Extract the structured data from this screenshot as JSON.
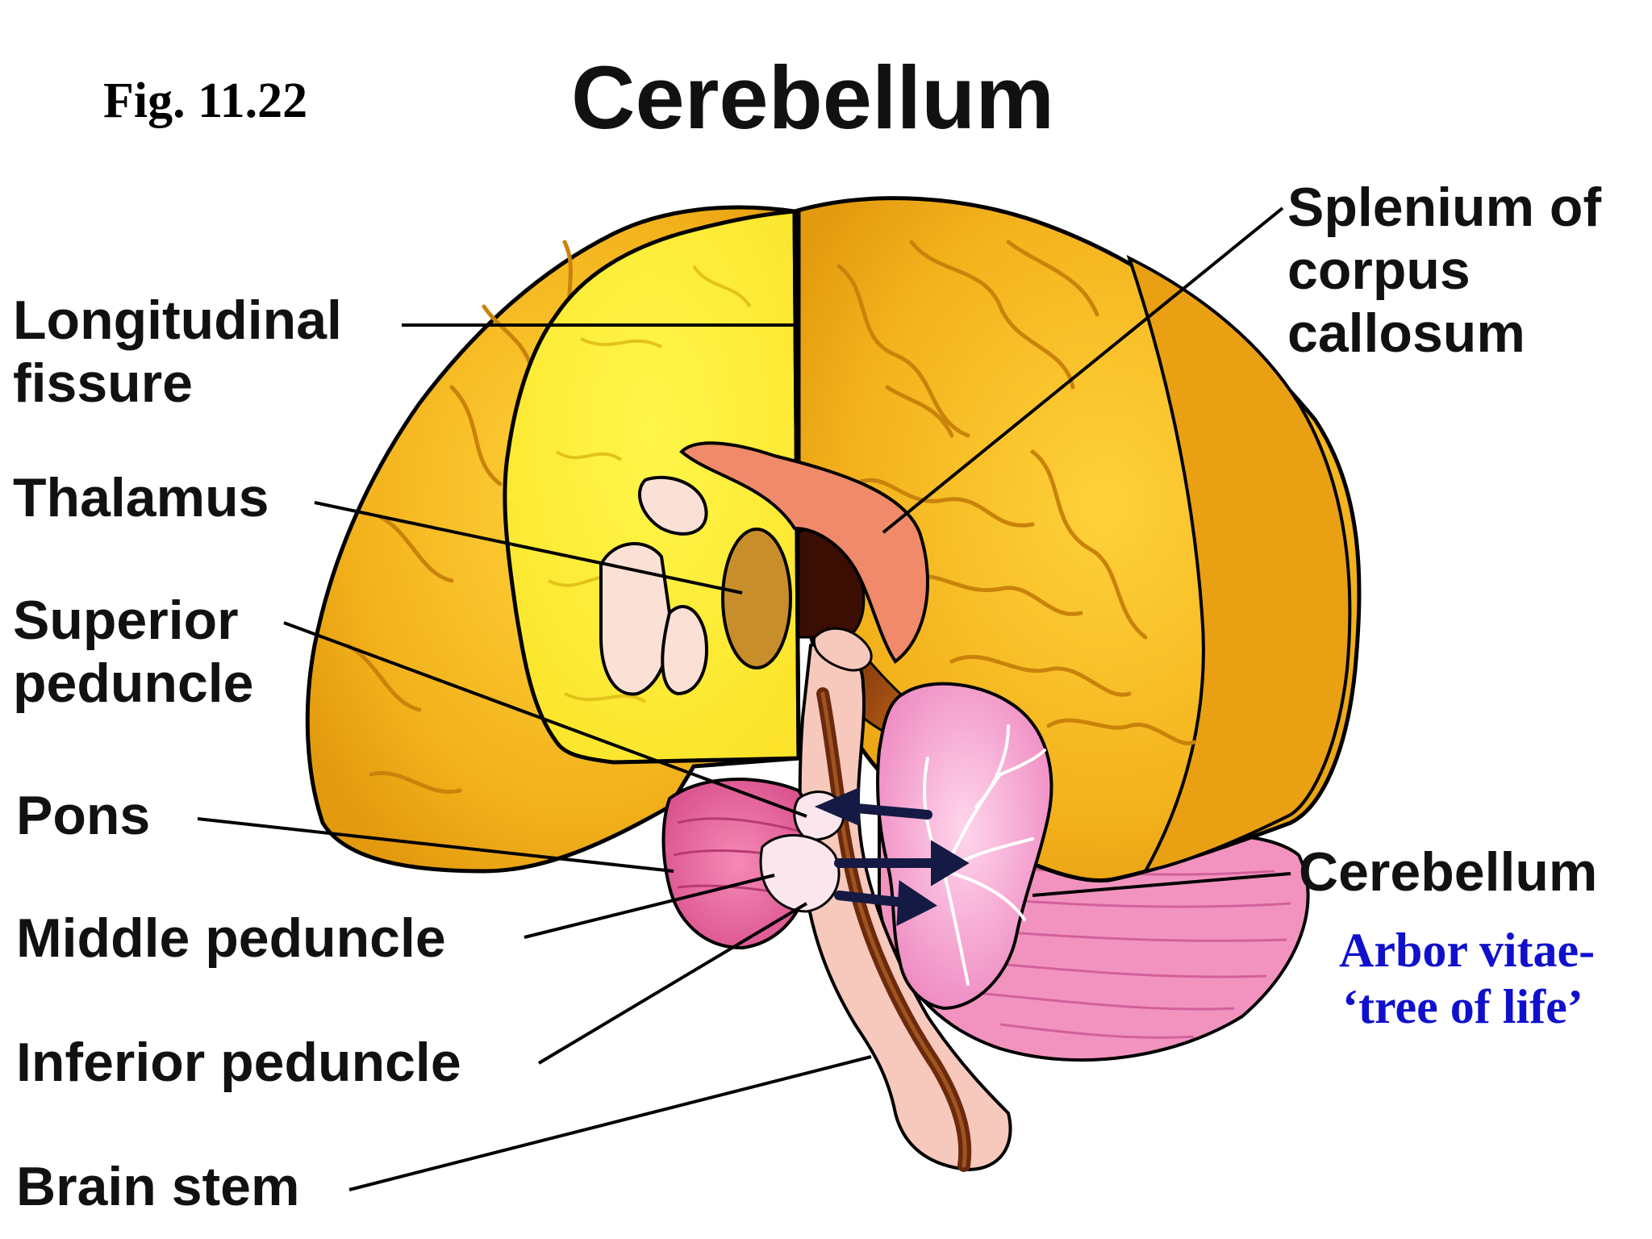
{
  "title": "Cerebellum",
  "figure_number": "Fig. 11.22",
  "labels": {
    "longitudinal_fissure": [
      "Longitudinal",
      "fissure"
    ],
    "thalamus": "Thalamus",
    "superior_peduncle": [
      "Superior",
      "peduncle"
    ],
    "pons": "Pons",
    "middle_peduncle": "Middle peduncle",
    "inferior_peduncle": "Inferior peduncle",
    "brain_stem": "Brain stem",
    "splenium": [
      "Splenium of",
      "corpus",
      "callosum"
    ],
    "cerebellum": "Cerebellum"
  },
  "annotation": [
    "Arbor vitae-",
    "‘tree of life’"
  ],
  "colors": {
    "hemisphere_outer": "#F3B21C",
    "hemisphere_shadow": "#E09A10",
    "cut_surface": "#FFF02E",
    "corpus_callosum": "#F08A6A",
    "thalamus": "#C98E2C",
    "ventricle": "#FBE0D6",
    "brainstem": "#F7C8BC",
    "aqueduct": "#6B2A0E",
    "pons": "#E8609A",
    "cerebellum": "#F59BC8",
    "arrow": "#141A44",
    "annotation_text": "#1010CC"
  }
}
